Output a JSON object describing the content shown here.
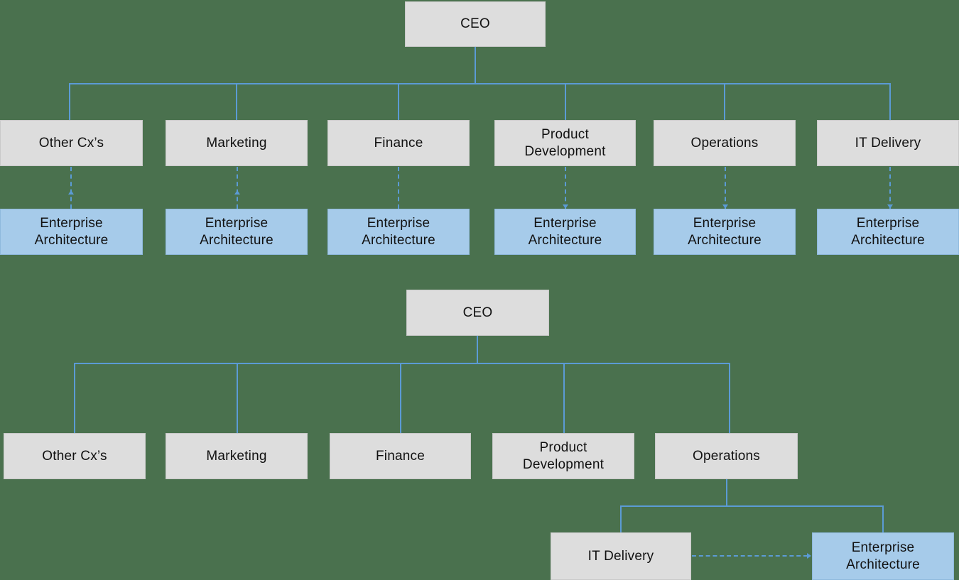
{
  "diagram": {
    "title": "Enterprise Architecture placement org charts",
    "background_color": "#4a714e",
    "node_fill_grey": "#dddddd",
    "node_fill_blue": "#a6cbea",
    "connector_color": "#5b9bd5"
  },
  "chart_top": {
    "root": {
      "label": "CEO"
    },
    "departments": [
      {
        "label": "Other Cx’s"
      },
      {
        "label": "Marketing"
      },
      {
        "label": "Finance"
      },
      {
        "label": "Product\nDevelopment"
      },
      {
        "label": "Operations"
      },
      {
        "label": "IT Delivery"
      }
    ],
    "ea_units": [
      {
        "label": "Enterprise\nArchitecture"
      },
      {
        "label": "Enterprise\nArchitecture"
      },
      {
        "label": "Enterprise\nArchitecture"
      },
      {
        "label": "Enterprise\nArchitecture"
      },
      {
        "label": "Enterprise\nArchitecture"
      },
      {
        "label": "Enterprise\nArchitecture"
      }
    ]
  },
  "chart_bottom": {
    "root": {
      "label": "CEO"
    },
    "departments": [
      {
        "label": "Other Cx’s"
      },
      {
        "label": "Marketing"
      },
      {
        "label": "Finance"
      },
      {
        "label": "Product\nDevelopment"
      },
      {
        "label": "Operations"
      }
    ],
    "operations_children": [
      {
        "label": "IT Delivery"
      },
      {
        "label": "Enterprise\nArchitecture"
      }
    ]
  }
}
